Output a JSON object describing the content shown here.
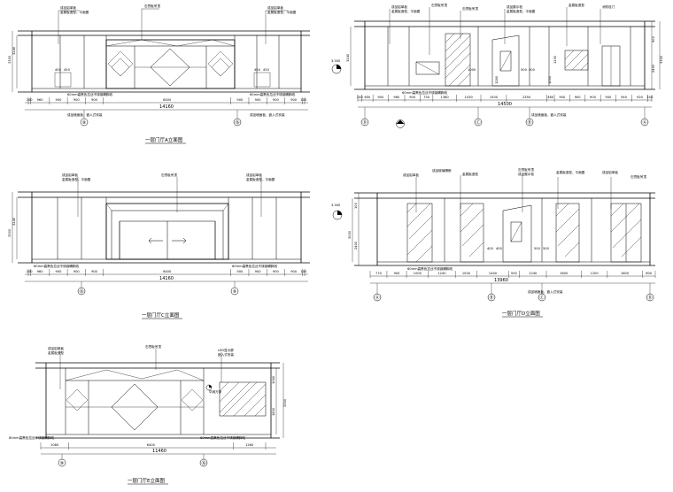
{
  "drawing_set": {
    "elevations": [
      {
        "key": "a",
        "title": "一层门厅A立面图",
        "dims_bottom": [
          "100",
          "960",
          "900",
          "900",
          "900",
          "6400",
          "900",
          "900",
          "900",
          "900",
          "100"
        ],
        "dim_total": "14160",
        "dims_left": [
          "3240",
          "3300"
        ],
        "grids": [
          "⑨",
          "⑯"
        ],
        "top_notes": [
          "成品铝单板",
          "石膏板吊顶",
          "金属板造型，平面图",
          "金属板造型，平面图"
        ],
        "bottom_notes": [
          "60mm高黑色拉丝不锈钢踢脚线",
          "60mm高黑色拉丝不锈钢踢脚线",
          "成品墙面板，嵌入式安装",
          "成品墙面板，嵌入式安装"
        ],
        "inner_dims": [
          "450",
          "450",
          "450",
          "450"
        ]
      },
      {
        "key": "b",
        "title": "",
        "dims_bottom": [
          "240",
          "650",
          "900",
          "960",
          "900",
          "750",
          "1380",
          "1430",
          "1500",
          "2350",
          "460",
          "900",
          "900",
          "900",
          "900",
          "940",
          "920",
          "240"
        ],
        "dim_total": "14500",
        "dims_right": [
          "900",
          "2400",
          "3300"
        ],
        "dims_left": [
          "3240"
        ],
        "grids": [
          "Ⓓ",
          "Ⓒ",
          "Ⓑ",
          "Ⓐ"
        ],
        "top_notes": [
          "成品铝单板",
          "金属板造型，平面图",
          "石膏板吊顶",
          "石膏板吊顶",
          "成品展示柜",
          "金属板造型，平面图",
          "金属板造型",
          "消防栓门"
        ],
        "bottom_notes": [
          "60mm高黑色拉丝不锈钢踢脚线",
          "成品墙面板，嵌入式安装"
        ],
        "inner_dims": [
          "1000",
          "1260",
          "1000",
          "1200",
          "500",
          "500"
        ],
        "levels": [
          "3.300"
        ]
      },
      {
        "key": "c",
        "title": "一层门厅C立面图",
        "dims_bottom": [
          "100",
          "960",
          "900",
          "900",
          "900",
          "6400",
          "900",
          "900",
          "900",
          "900",
          "100"
        ],
        "dim_total": "14160",
        "dims_left": [
          "3240",
          "3300"
        ],
        "grids": [
          "⑯",
          "⑨"
        ],
        "top_notes": [
          "成品铝单板",
          "石膏板吊顶",
          "金属板造型，平面图"
        ],
        "bottom_notes": [
          "60mm高黑色拉丝不锈钢踢脚线",
          "60mm高黑色拉丝不锈钢踢脚线"
        ]
      },
      {
        "key": "d",
        "title": "一层门厅D立面图",
        "dims_bottom": [
          "770",
          "900",
          "1000",
          "1240",
          "1000",
          "1440",
          "500",
          "1240",
          "1600",
          "1200",
          "1600",
          "600"
        ],
        "dim_total": "13960",
        "dims_left": [
          "3000",
          "100",
          "2400"
        ],
        "grids": [
          "Ⓐ",
          "Ⓑ",
          "Ⓒ",
          "Ⓓ"
        ],
        "top_notes": [
          "成品铝单板",
          "成品玻璃隔断",
          "金属板造型",
          "石膏板吊顶",
          "成品展示柜",
          "金属板造型，平面图",
          "成品铝单板",
          "石膏板吊顶"
        ],
        "bottom_notes": [
          "60mm高黑色拉丝不锈钢踢脚线",
          "成品墙面板，嵌入式安装"
        ],
        "inner_dims": [
          "400",
          "400",
          "500",
          "500"
        ],
        "levels": [
          "3.300"
        ]
      },
      {
        "key": "e",
        "title": "一层门厅E立面图",
        "dims_bottom": [
          "1080",
          "6400",
          "1260"
        ],
        "dim_total": "11460",
        "dims_right": [
          "3300",
          "1060",
          "1800"
        ],
        "grids": [
          "⑨",
          "⑯"
        ],
        "top_notes": [
          "成品铝单板",
          "石膏板吊顶",
          "LED显示屏",
          "嵌入式安装",
          "金属板造型"
        ],
        "bottom_notes": [
          "60mm高黑色拉丝不锈钢踢脚线",
          "60mm高黑色拉丝不锈钢踢脚线"
        ],
        "sign_text": "华润万家"
      }
    ]
  }
}
